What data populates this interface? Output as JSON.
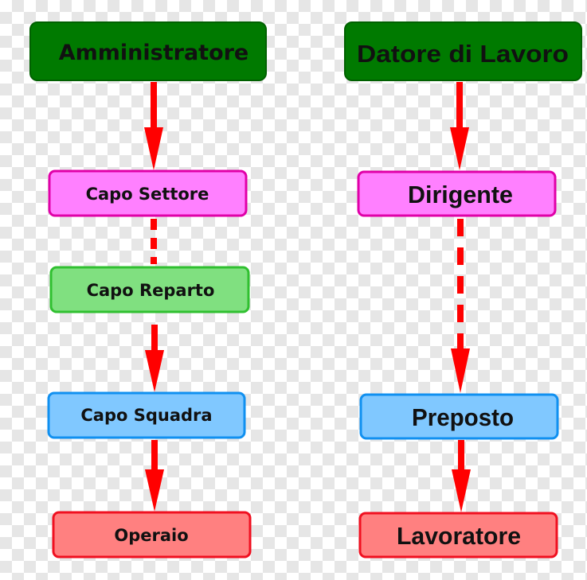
{
  "left_chain": {
    "top": "Amministratore",
    "level1": "Capo Settore",
    "level2": "Capo Reparto",
    "level3": "Capo Squadra",
    "level4": "Operaio"
  },
  "right_chain": {
    "top": "Datore di Lavoro",
    "level1": "Dirigente",
    "level2": "Preposto",
    "level3": "Lavoratore"
  },
  "colors": {
    "arrow": "#ff0000",
    "top": "#007a00",
    "pink": "#ff80ff",
    "green": "#80e080",
    "blue": "#80c8ff",
    "red": "#ff8080"
  }
}
